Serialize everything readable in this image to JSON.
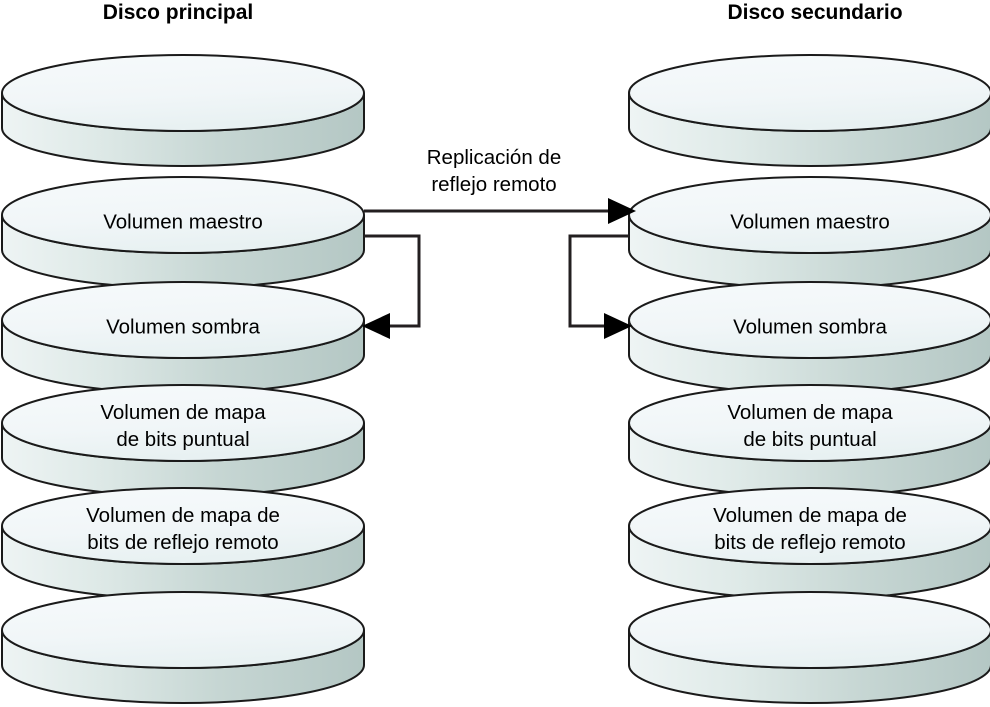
{
  "diagram": {
    "title_left": "Disco principal",
    "title_right": "Disco secundario",
    "flow_label_line1": "Replicación de",
    "flow_label_line2": "reflejo remoto",
    "colors": {
      "disk_face": "#f1f6f8",
      "disk_face_edge": "#e4eef0",
      "disk_rim": "#c3d4d1",
      "disk_rim_light": "#dce8e6",
      "outline": "#1a1a1a",
      "connector": "#231f20",
      "background": "#ffffff",
      "text": "#000000"
    }
  },
  "stacks": [
    {
      "id": "primary",
      "name": "Disco principal",
      "disks": [
        {
          "index": 0,
          "label": "",
          "lines": []
        },
        {
          "index": 1,
          "label": "Volumen maestro",
          "lines": [
            "Volumen maestro"
          ]
        },
        {
          "index": 2,
          "label": "Volumen sombra",
          "lines": [
            "Volumen sombra"
          ]
        },
        {
          "index": 3,
          "label": "Volumen de mapa de bits puntual",
          "lines": [
            "Volumen de mapa",
            "de bits puntual"
          ]
        },
        {
          "index": 4,
          "label": "Volumen de mapa de bits de reflejo remoto",
          "lines": [
            "Volumen de mapa de",
            "bits de reflejo remoto"
          ]
        },
        {
          "index": 5,
          "label": "",
          "lines": []
        }
      ]
    },
    {
      "id": "secondary",
      "name": "Disco secundario",
      "disks": [
        {
          "index": 0,
          "label": "",
          "lines": []
        },
        {
          "index": 1,
          "label": "Volumen maestro",
          "lines": [
            "Volumen maestro"
          ]
        },
        {
          "index": 2,
          "label": "Volumen sombra",
          "lines": [
            "Volumen sombra"
          ]
        },
        {
          "index": 3,
          "label": "Volumen de mapa de bits puntual",
          "lines": [
            "Volumen de mapa",
            "de bits puntual"
          ]
        },
        {
          "index": 4,
          "label": "Volumen de mapa de bits de reflejo remoto",
          "lines": [
            "Volumen de mapa de",
            "bits de reflejo remoto"
          ]
        },
        {
          "index": 5,
          "label": "",
          "lines": []
        }
      ]
    }
  ],
  "connections": [
    {
      "id": "remote-mirror-replication",
      "label": "Replicación de reflejo remoto",
      "from": "primary.master",
      "to": "secondary.master",
      "kind": "horizontal-arrow"
    },
    {
      "id": "primary-master-to-shadow",
      "label": "",
      "from": "primary.master",
      "to": "primary.shadow",
      "kind": "loop-arrow"
    },
    {
      "id": "secondary-master-to-shadow",
      "label": "",
      "from": "secondary.master",
      "to": "secondary.shadow",
      "kind": "loop-arrow"
    }
  ]
}
